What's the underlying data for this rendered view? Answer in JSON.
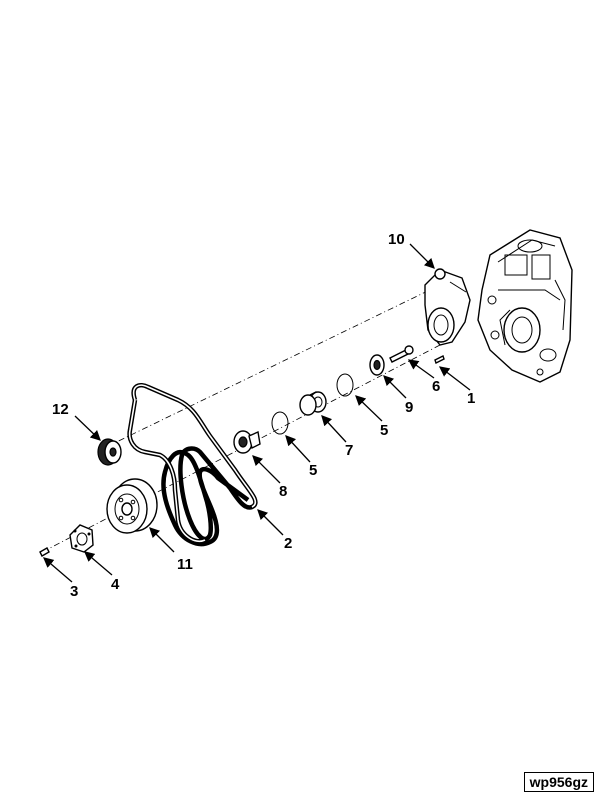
{
  "figure_id": "wp956gz",
  "callouts": {
    "c1": "1",
    "c2": "2",
    "c3": "3",
    "c4": "4",
    "c5a": "5",
    "c5b": "5",
    "c6": "6",
    "c7": "7",
    "c8": "8",
    "c9": "9",
    "c10": "10",
    "c11": "11",
    "c12": "12"
  }
}
